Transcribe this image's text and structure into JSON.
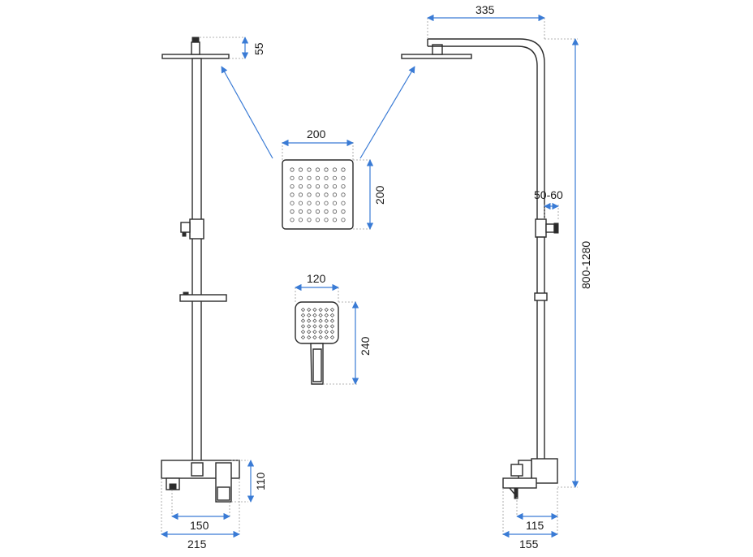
{
  "dimensions": {
    "rain_head_height": "55",
    "rain_arm_reach": "335",
    "rain_head_width": "200",
    "rain_head_depth": "200",
    "hand_shower_width": "120",
    "hand_shower_length": "240",
    "holder_offset": "50-60",
    "height_range": "800-1280",
    "mixer_height": "110",
    "mixer_body_width": "150",
    "mixer_total_width": "215",
    "mixer_depth_inner": "115",
    "mixer_depth_total": "155"
  },
  "colors": {
    "dimension_line": "#3a7bd5",
    "outline": "#2b2b2b",
    "extension_line": "#9a9a9a"
  }
}
